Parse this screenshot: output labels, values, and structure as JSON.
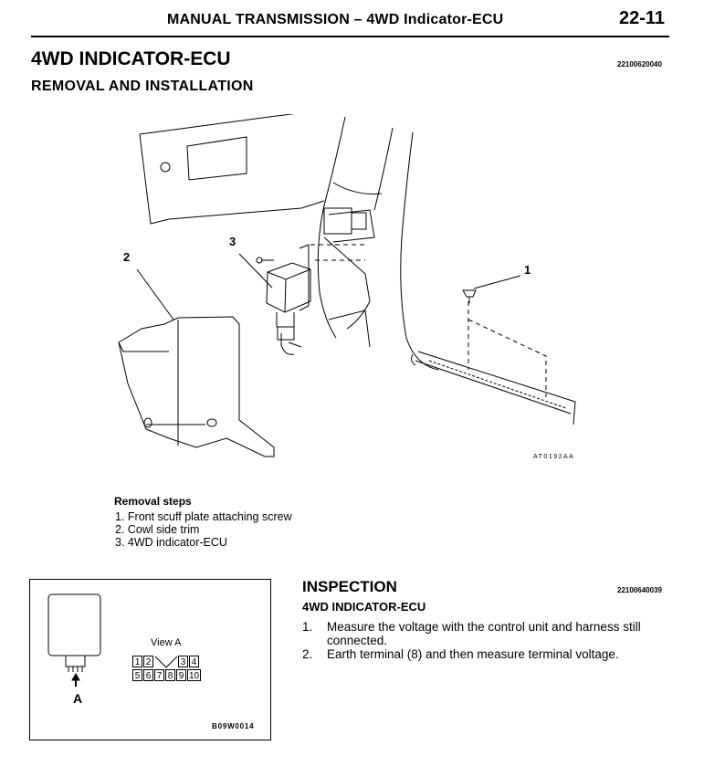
{
  "header": {
    "title": "MANUAL TRANSMISSION  –  4WD Indicator-ECU",
    "page": "22-11"
  },
  "section": {
    "title": "4WD INDICATOR-ECU",
    "code": "22100620040",
    "subtitle": "REMOVAL AND INSTALLATION"
  },
  "figure": {
    "code": "AT0192AA",
    "callouts": [
      "1",
      "2",
      "3"
    ]
  },
  "removal": {
    "title": "Removal steps",
    "steps": [
      "1. Front scuff plate attaching screw",
      "2. Cowl side trim",
      "3. 4WD indicator-ECU"
    ]
  },
  "inspection": {
    "title": "INSPECTION",
    "code": "22100640039",
    "subtitle": "4WD INDICATOR-ECU",
    "items": [
      {
        "num": "1.",
        "text": "Measure the voltage with the control unit and harness still connected."
      },
      {
        "num": "2.",
        "text": "Earth terminal (8) and then measure terminal voltage."
      }
    ],
    "figure": {
      "view_label": "View A",
      "arrow_label": "A",
      "code": "B09W0014",
      "terminals_top": [
        "1",
        "2",
        "",
        "3",
        "4"
      ],
      "terminals_bottom": [
        "5",
        "6",
        "7",
        "8",
        "9",
        "10"
      ]
    }
  }
}
